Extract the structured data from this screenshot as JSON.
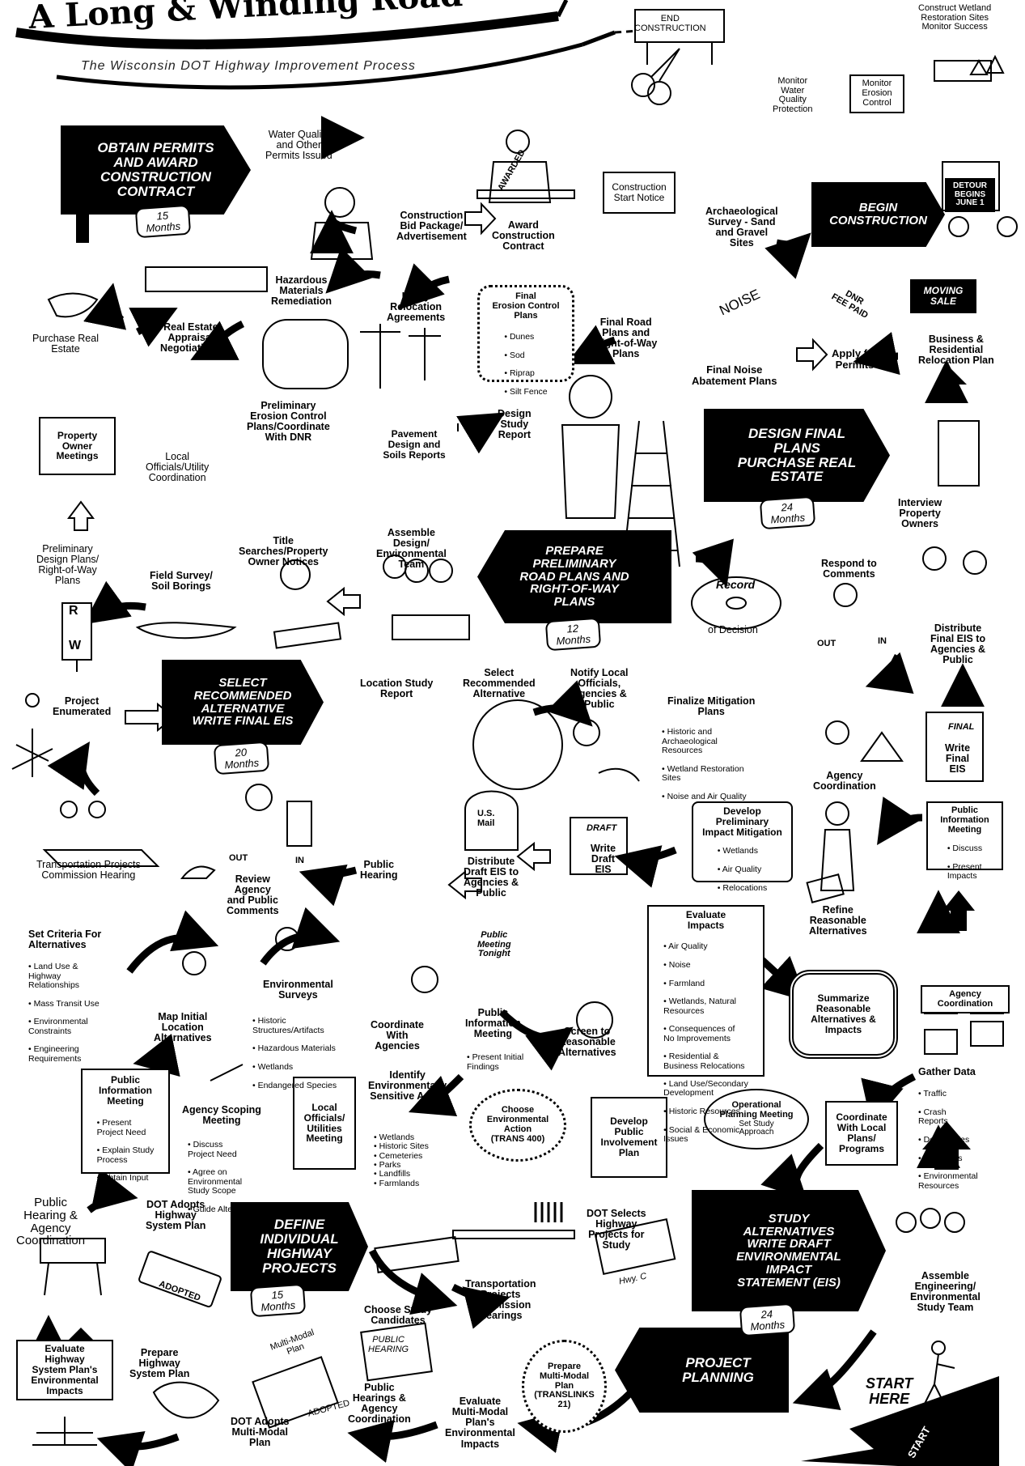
{
  "title": {
    "text": "A Long & Winding Road",
    "subtitle": "The Wisconsin DOT Highway Improvement Process"
  },
  "stages": {
    "project_planning": "PROJECT\nPLANNING",
    "define": "DEFINE\nINDIVIDUAL\nHIGHWAY\nPROJECTS",
    "study": "STUDY\nALTERNATIVES\nWRITE DRAFT\nENVIRONMENTAL\nIMPACT\nSTATEMENT (EIS)",
    "select": "SELECT\nRECOMMENDED\nALTERNATIVE\nWRITE FINAL EIS",
    "prepare": "PREPARE\nPRELIMINARY\nROAD PLANS AND\nRIGHT-OF-WAY\nPLANS",
    "design": "DESIGN FINAL\nPLANS\nPURCHASE REAL\nESTATE",
    "obtain": "OBTAIN PERMITS\nAND AWARD\nCONSTRUCTION\nCONTRACT",
    "begin": "BEGIN\nCONSTRUCTION"
  },
  "durations": {
    "define": "15\nMonths",
    "study": "24\nMonths",
    "select": "20\nMonths",
    "prepare": "12\nMonths",
    "design": "24\nMonths",
    "obtain": "15\nMonths"
  },
  "start_here": "START\nHERE",
  "start_sign": "START",
  "row1": {
    "evaluate_plan": "Evaluate\nHighway\nSystem Plan's\nEnvironmental\nImpacts",
    "prepare_plan": "Prepare\nHighway\nSystem Plan",
    "dot_adopts_mm": "DOT Adopts\nMulti-Modal\nPlan",
    "public_hearings": "Public\nHearings &\nAgency\nCoordination",
    "evaluate_mm": "Evaluate\nMulti-Modal\nPlan's\nEnvironmental\nImpacts",
    "prepare_mm": "Prepare\nMulti-Modal\nPlan\n(TRANSLINKS\n21)",
    "mm_plan_sign": "Multi-Modal\nPlan",
    "adopted": "ADOPTED",
    "public_sign": "PUBLIC\nHEARING"
  },
  "row2": {
    "public_hearing_coord": "Public\nHearing &\nAgency\nCoordination",
    "dot_adopts_hsp": "DOT Adopts\nHighway\nSystem Plan",
    "choose_candidates": "Choose Study\nCandidates",
    "tpc_hearings": "Transportation\nProjects\nCommission\nHearings",
    "dot_selects": "DOT Selects\nHighway\nProjects for\nStudy",
    "assemble_team": "Assemble\nEngineering/\nEnvironmental\nStudy Team",
    "hwy_c": "Hwy. C"
  },
  "row3": {
    "pim": "Public\nInformation\nMeeting",
    "pim_items": [
      "Present\nProject Need",
      "Explain Study\nProcess",
      "Obtain Input"
    ],
    "scoping": "Agency Scoping\nMeeting",
    "scoping_items": [
      "Discuss\nProject Need",
      "Agree on\nEnvironmental\nStudy Scope",
      "Guide Alternatives"
    ],
    "local_officials": "Local\nOfficials/\nUtilities\nMeeting",
    "sensitive": "Identify\nEnvironmentally\nSensitive Areas",
    "sensitive_items": [
      "Wetlands",
      "Historic Sites",
      "Cemeteries",
      "Parks",
      "Landfills",
      "Farmlands"
    ],
    "env_action": "Choose\nEnvironmental\nAction\n(TRANS 400)",
    "involvement": "Develop\nPublic\nInvolvement\nPlan",
    "operational": "Operational\nPlanning Meeting",
    "operational_item": "Set Study\nApproach",
    "coordinate_local": "Coordinate\nWith Local\nPlans/\nPrograms",
    "gather": "Gather Data",
    "gather_items": [
      "Traffic",
      "Crash\nReports",
      "Deficiencies",
      "Air Photos",
      "Environmental\nResources"
    ]
  },
  "row4": {
    "criteria": "Set Criteria For\nAlternatives",
    "criteria_items": [
      "Land Use &\nHighway\nRelationships",
      "Mass Transit Use",
      "Environmental\nConstraints",
      "Engineering\nRequirements"
    ],
    "map": "Map Initial\nLocation\nAlternatives",
    "surveys": "Environmental\nSurveys",
    "surveys_items": [
      "Historic\nStructures/Artifacts",
      "Hazardous Materials",
      "Wetlands",
      "Endangered Species"
    ],
    "coordinate": "Coordinate\nWith\nAgencies",
    "pim": "Public\nInformation\nMeeting",
    "pim_item": "Present Initial\nFindings",
    "pim_sign": "Public\nMeeting\nTonight",
    "screen": "Screen to\nReasonable\nAlternatives",
    "evaluate": "Evaluate\nImpacts",
    "evaluate_items": [
      "Air Quality",
      "Noise",
      "Farmland",
      "Wetlands, Natural\nResources",
      "Consequences of\nNo Improvements",
      "Residential &\nBusiness Relocations",
      "Land Use/Secondary\nDevelopment",
      "Historic Resources",
      "Social & Economic\nIssues"
    ],
    "summarize": "Summarize\nReasonable\nAlternatives &\nImpacts",
    "agency": "Agency\nCoordination",
    "refine": "Refine\nReasonable\nAlternatives"
  },
  "row5": {
    "tpc": "Transportation Projects\nCommission Hearing",
    "review": "Review\nAgency\nand Public\nComments",
    "public_hearing": "Public\nHearing",
    "distribute_draft": "Distribute\nDraft EIS to\nAgencies &\nPublic",
    "write_draft": "Write\nDraft\nEIS",
    "draft_tab": "DRAFT",
    "us_mail": "U.S.\nMail",
    "mitigation": "Develop\nPreliminary\nImpact Mitigation",
    "mitigation_items": [
      "Wetlands",
      "Air Quality",
      "Relocations"
    ],
    "pim": "Public\nInformation\nMeeting",
    "pim_items": [
      "Discuss",
      "Present\nImpacts"
    ],
    "out": "OUT",
    "in": "IN"
  },
  "row6": {
    "enumerated": "Project\nEnumerated",
    "location_report": "Location Study\nReport",
    "select_alt": "Select\nRecommended\nAlternative",
    "notify": "Notify Local\nOfficials,\nAgencies &\nPublic",
    "finalize": "Finalize Mitigation\nPlans",
    "finalize_items": [
      "Historic and\nArchaeological\nResources",
      "Wetland Restoration\nSites",
      "Noise and Air Quality"
    ],
    "agency": "Agency\nCoordination",
    "write_final": "Write\nFinal\nEIS",
    "final_tab": "FINAL"
  },
  "row7": {
    "prelim_plans": "Preliminary\nDesign Plans/\nRight-of-Way\nPlans",
    "field_survey": "Field Survey/\nSoil Borings",
    "title_search": "Title\nSearches/Property\nOwner Notices",
    "assemble": "Assemble\nDesign/\nEnvironmental\nTeam",
    "rw_r": "R",
    "rw_w": "W",
    "record": "Record",
    "of_decision": "of Decision",
    "respond": "Respond to\nComments",
    "distribute_final": "Distribute\nFinal EIS to\nAgencies &\nPublic"
  },
  "row8": {
    "owner_meetings": "Property\nOwner\nMeetings",
    "local_coord": "Local\nOfficials/Utility\nCoordination",
    "prelim_erosion": "Preliminary\nErosion Control\nPlans/Coordinate\nWith DNR",
    "pavement": "Pavement\nDesign and\nSoils Reports",
    "design_report": "Design\nStudy\nReport",
    "interview": "Interview\nProperty\nOwners"
  },
  "row9": {
    "purchase": "Purchase Real\nEstate",
    "appraisal": "Real Estate\nAppraisal\nNegotiations",
    "hazmat": "Hazardous\nMaterials\nRemediation",
    "utility": "Utility\nRelocation\nAgreements",
    "erosion": "Final\nErosion Control\nPlans",
    "erosion_items": [
      "Dunes",
      "Sod",
      "Riprap",
      "Silt Fence"
    ],
    "road_plans": "Final Road\nPlans and\nRight-of-Way\nPlans",
    "noise": "Final Noise\nAbatement Plans",
    "noise_word": "NOISE",
    "permits": "Apply for\nPermits",
    "relocation": "Business &\nResidential\nRelocation Plan",
    "moving_sale": "MOVING\nSALE",
    "fee_paid": "DNR\nFEE PAID"
  },
  "row10": {
    "water_quality": "Water Quality\nand Other\nPermits Issued",
    "bid": "Construction\nBid Package/\nAdvertisement",
    "award": "Award\nConstruction\nContract",
    "notice": "Construction\nStart Notice",
    "archaeological": "Archaeological\nSurvey - Sand\nand Gravel\nSites",
    "detour": "DETOUR\nBEGINS\nJUNE 1",
    "awarded": "AWARDED"
  },
  "row11": {
    "end_sign": "END\nCONSTRUCTION",
    "monitor_water": "Monitor\nWater\nQuality\nProtection",
    "monitor_erosion": "Monitor\nErosion\nControl",
    "wetland": "Construct Wetland\nRestoration Sites\nMonitor Success"
  }
}
